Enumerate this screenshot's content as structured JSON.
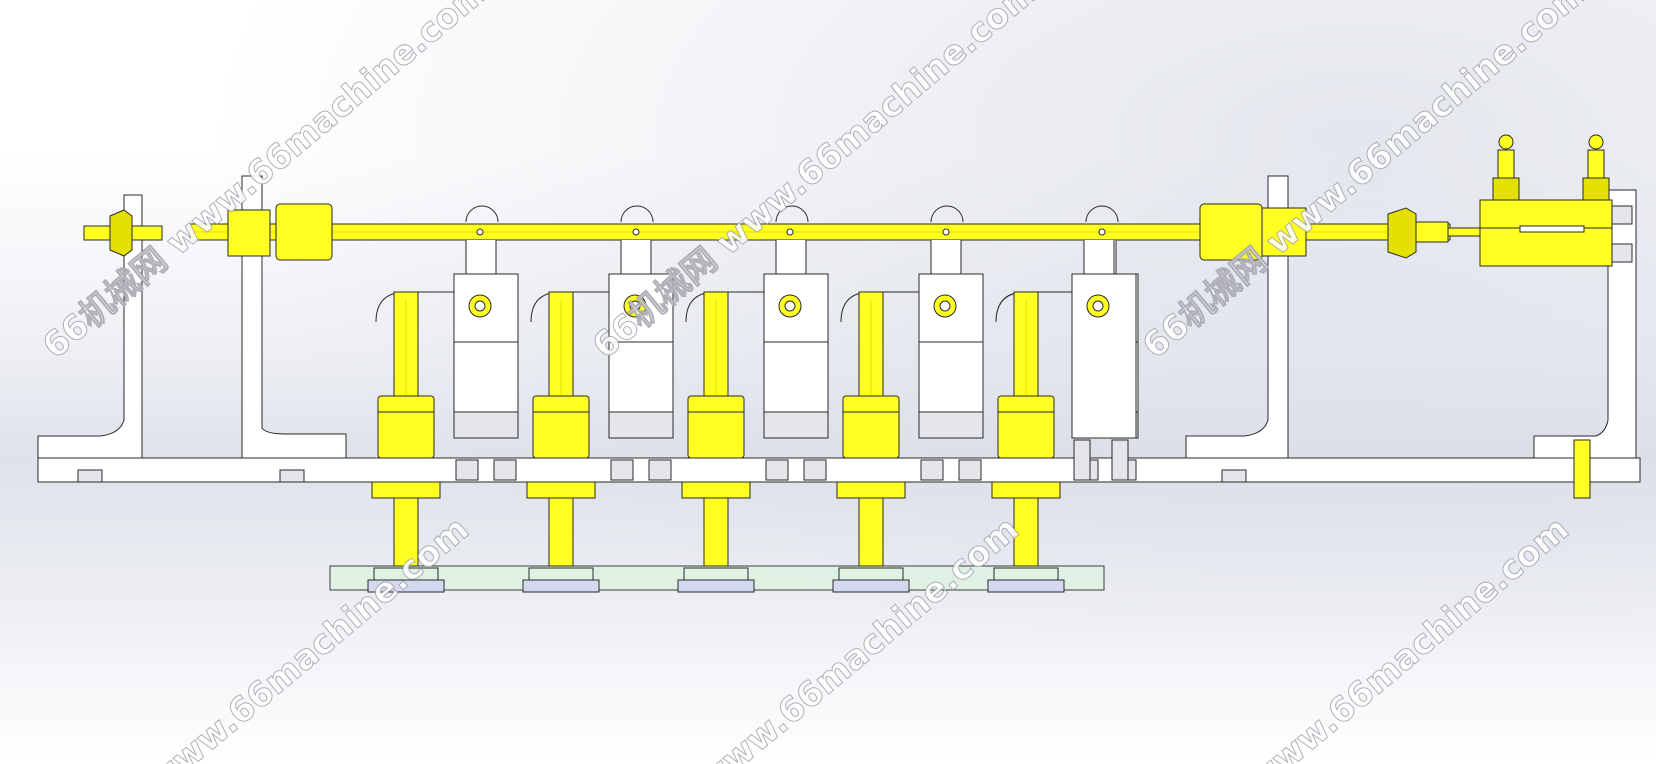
{
  "drawing": {
    "colors": {
      "yellow": "#ffff22",
      "yellow_dark": "#e4e000",
      "white_part": "#ffffff",
      "gray_part": "#e6e6ea",
      "outline": "#2a2a2a",
      "green_plate": "#dff2e3",
      "blue_pad": "#d4d8f0"
    },
    "station_count": 5
  },
  "watermarks": [
    "66机械网 www.66machine.com",
    "66机械网 www.66machine.com",
    "66机械网 www.66machine.com",
    "www.66machine.com",
    "www.66machine.com",
    "www.66machine.com"
  ]
}
